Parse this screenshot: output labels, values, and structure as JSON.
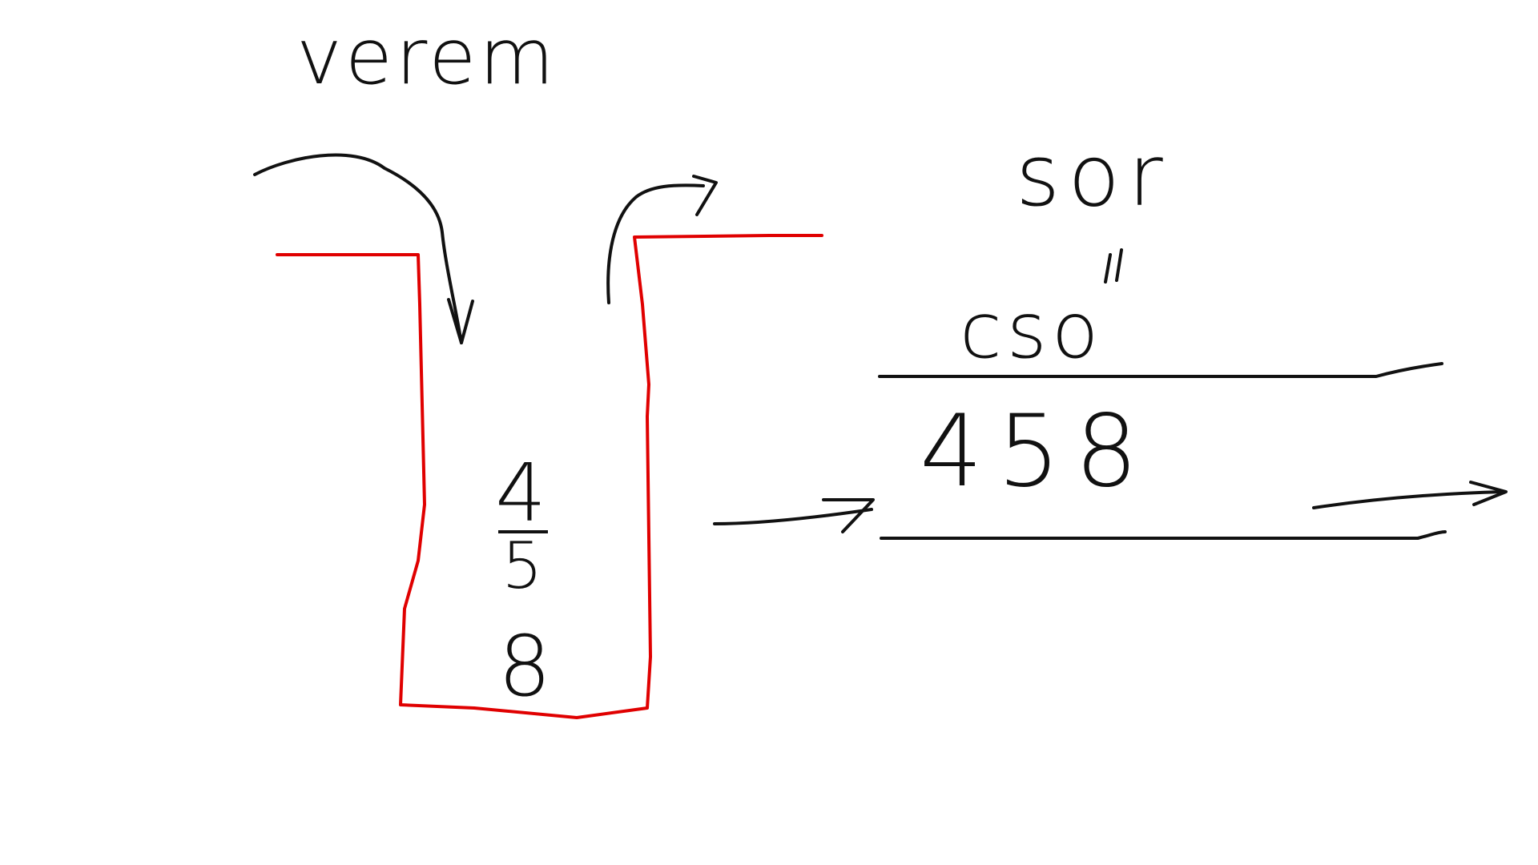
{
  "labels": {
    "stack_title": "verem",
    "queue_title": "sor",
    "queue_front_item": "cso",
    "queue_items": "458"
  },
  "stack": {
    "items": [
      "4",
      "5",
      "8"
    ]
  },
  "colors": {
    "stroke": "#000000",
    "container": "#e00000",
    "background": "#ffffff"
  }
}
